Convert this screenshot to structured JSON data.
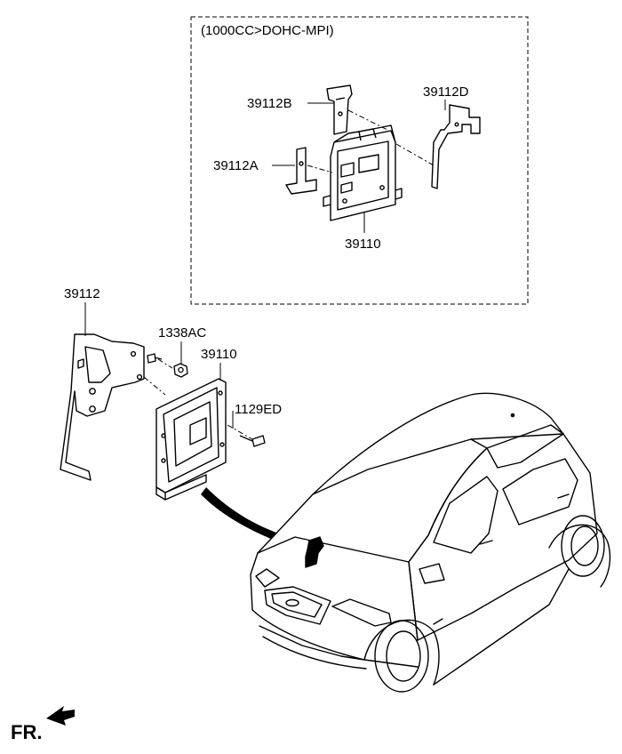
{
  "variant_box": {
    "heading": "(1000CC>DOHC-MPI)",
    "labels": {
      "bracket_b": "39112B",
      "bracket_d": "39112D",
      "bracket_a": "39112A",
      "ecu": "39110"
    }
  },
  "main_assembly": {
    "labels": {
      "bracket": "39112",
      "nut": "1338AC",
      "ecu": "39110",
      "bolt": "1129ED"
    }
  },
  "direction_marker": {
    "text": "FR."
  }
}
